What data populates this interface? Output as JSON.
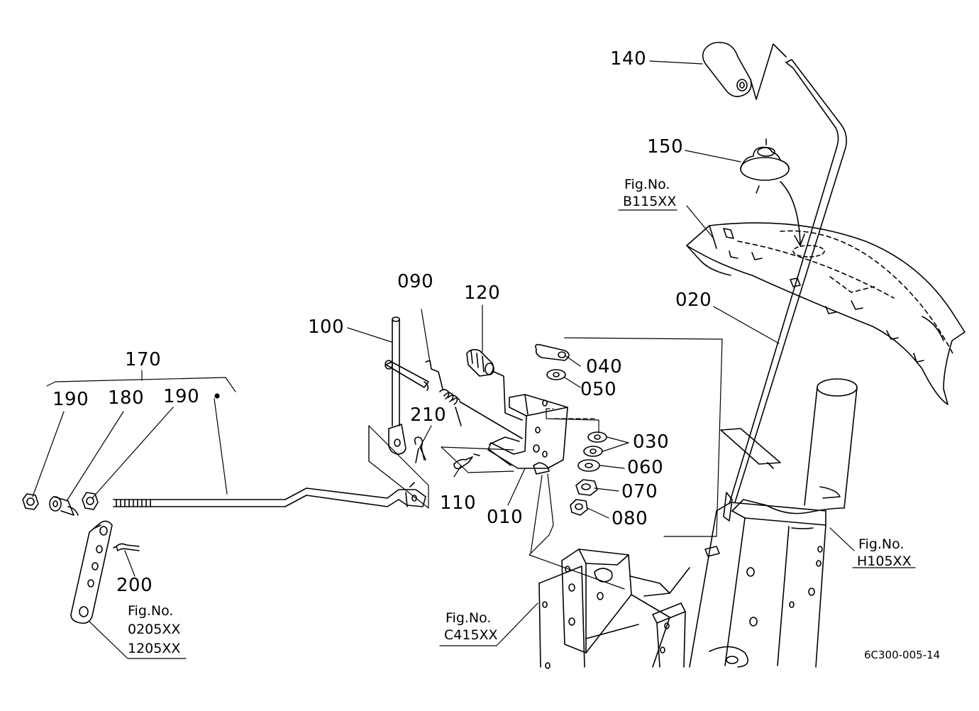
{
  "parts": {
    "p140": "140",
    "p150": "150",
    "p020": "020",
    "p090": "090",
    "p120": "120",
    "p100": "100",
    "p170": "170",
    "p190a": "190",
    "p180": "180",
    "p190b": "190",
    "p210": "210",
    "p040": "040",
    "p050": "050",
    "p030": "030",
    "p060": "060",
    "p070": "070",
    "p080": "080",
    "p110": "110",
    "p010": "010",
    "p200": "200"
  },
  "references": {
    "b115": {
      "label": "Fig.No.",
      "code": "B115XX"
    },
    "h105": {
      "label": "Fig.No.",
      "code": "H105XX"
    },
    "c415": {
      "label": "Fig.No.",
      "code": "C415XX"
    },
    "f0205": {
      "label": "Fig.No.",
      "code1": "0205XX",
      "code2": "1205XX"
    }
  },
  "drawing_code": "6C300-005-14"
}
